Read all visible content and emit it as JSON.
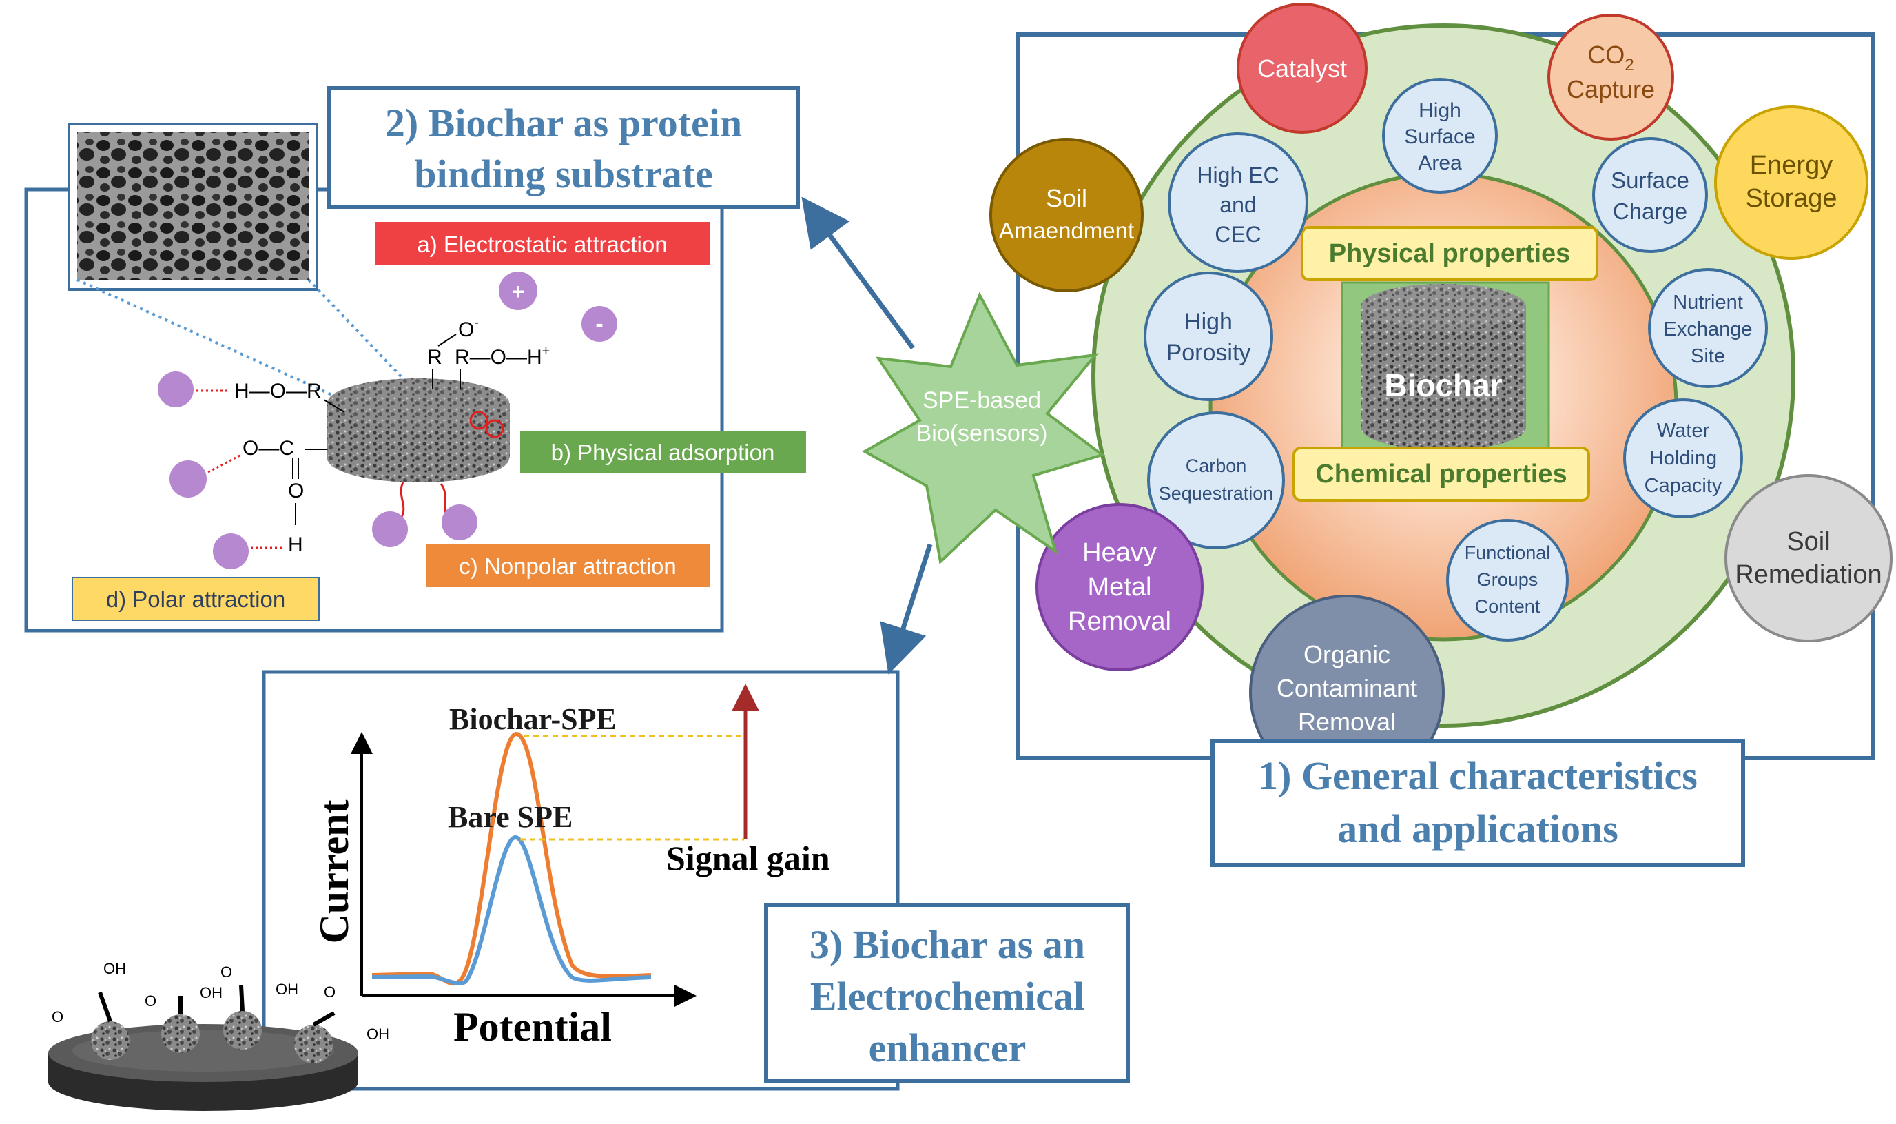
{
  "central": {
    "line1": "SPE-based",
    "line2": "Bio(sensors)"
  },
  "panel1": {
    "title_line1": "1) General characteristics",
    "title_line2": "and applications",
    "center_label": "Biochar",
    "physical_properties": "Physical properties",
    "chemical_properties": "Chemical properties",
    "properties": [
      [
        "High",
        "Surface",
        "Area"
      ],
      [
        "High EC",
        "and",
        "CEC"
      ],
      [
        "Surface",
        "Charge"
      ],
      [
        "High",
        "Porosity"
      ],
      [
        "Nutrient",
        "Exchange",
        "Site"
      ],
      [
        "Carbon",
        "Sequestration"
      ],
      [
        "Water",
        "Holding",
        "Capacity"
      ],
      [
        "Functional",
        "Groups",
        "Content"
      ]
    ],
    "applications": [
      [
        "Catalyst"
      ],
      [
        "CO",
        "Capture"
      ],
      [
        "Soil",
        "Amaendment"
      ],
      [
        "Energy",
        "Storage"
      ],
      [
        "Heavy",
        "Metal",
        "Removal"
      ],
      [
        "Soil",
        "Remediation"
      ],
      [
        "Organic",
        "Contaminant",
        "Removal"
      ]
    ],
    "co2_subscript": "2"
  },
  "panel2": {
    "title_line1": "2) Biochar as protein",
    "title_line2": "binding substrate",
    "labels": {
      "electrostatic": "a) Electrostatic attraction",
      "physical": "b) Physical adsorption",
      "nonpolar": "c) Nonpolar attraction",
      "polar": "d) Polar attraction"
    },
    "chem": {
      "plus": "+",
      "minus": "-",
      "ho_r": "H—O—R",
      "r_top": "R",
      "o_minus": "O",
      "o_sup": "-",
      "roh": "R—O—H",
      "h_plus": "+",
      "o_c": "O—C",
      "o_mid": "O",
      "h_bottom": "H"
    }
  },
  "panel3": {
    "title_line1": "3) Biochar as an",
    "title_line2": "Electrochemical",
    "title_line3": "enhancer",
    "ylabel": "Current",
    "xlabel": "Potential",
    "biochar_label": "Biochar-SPE",
    "bare_label": "Bare SPE",
    "signal_gain": "Signal gain",
    "electrode_groups": [
      "OH",
      "O",
      "OH",
      "O",
      "OH",
      "O",
      "O",
      "OH"
    ]
  },
  "colors": {
    "frame_blue": "#3d6f9e",
    "title_blue": "#4a7fae",
    "green_star": "#a6d49a",
    "app_red": "#e8636a",
    "app_peach": "#f7c9a7",
    "app_brown": "#b8860b",
    "app_yellow": "#fdd85d",
    "app_purple": "#a566c8",
    "app_gray": "#d9d9d9",
    "app_slate": "#7f8faa",
    "prop_fill": "#dbe8f5",
    "outer_ring": "#d8e8c7",
    "inner_disc": "#f0a374",
    "label_red": "#ef4043",
    "label_green": "#6aa84f",
    "label_orange": "#ee8a3a",
    "label_yellow": "#ffd966",
    "curve_orange": "#ed7d31",
    "curve_blue": "#5b9bd5",
    "arrow_red": "#a52a2a",
    "bead_purple": "#b588cf"
  },
  "icons": [
    "sem-micrograph-icon",
    "biochar-particle-icon",
    "biochar-cylinder-icon",
    "electrode-icon",
    "protein-bead-icon"
  ]
}
